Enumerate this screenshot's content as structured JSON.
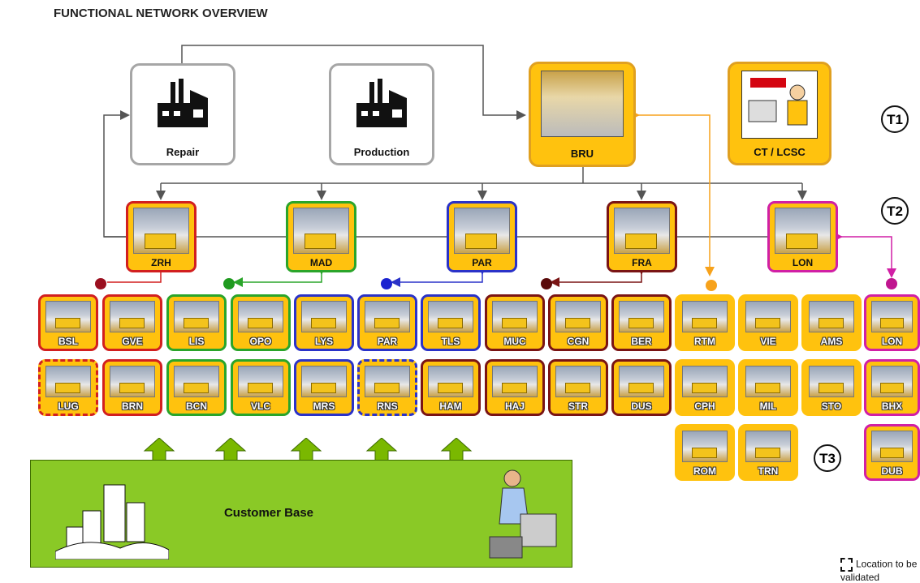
{
  "title": "FUNCTIONAL NETWORK OVERVIEW",
  "tier1": [
    {
      "id": "repair",
      "label": "Repair",
      "icon": "factory-icon"
    },
    {
      "id": "production",
      "label": "Production",
      "icon": "factory-icon"
    },
    {
      "id": "bru",
      "label": "BRU",
      "icon": "warehouse-icon"
    },
    {
      "id": "ct",
      "label": "CT / LCSC",
      "icon": "operator-icon"
    }
  ],
  "tiers": {
    "t1": "T1",
    "t2": "T2",
    "t3": "T3"
  },
  "hubs": [
    {
      "label": "ZRH",
      "color": "#d21f1f"
    },
    {
      "label": "MAD",
      "color": "#2aa52a"
    },
    {
      "label": "PAR",
      "color": "#2a32c8"
    },
    {
      "label": "FRA",
      "color": "#7a1414"
    },
    {
      "label": "LON",
      "color": "#d11fa5"
    }
  ],
  "depots_row1": [
    "BSL",
    "GVE",
    "LIS",
    "OPO",
    "LYS",
    "PAR",
    "TLS",
    "MUC",
    "CGN",
    "BER",
    "RTM",
    "VIE",
    "AMS",
    "LON"
  ],
  "depots_row2": [
    "LUG",
    "BRN",
    "BCN",
    "VLC",
    "MRS",
    "RNS",
    "HAM",
    "HAJ",
    "STR",
    "DUS",
    "CPH",
    "MIL",
    "STO",
    "BHX"
  ],
  "depots_row3": [
    "ROM",
    "TRN",
    "DUB"
  ],
  "customer": {
    "label": "Customer Base"
  },
  "legend": {
    "label": "Location to be validated"
  },
  "colors": {
    "dhl_yellow": "#ffc20e",
    "customer_green": "#8ac926",
    "zrh": "#d21f1f",
    "mad": "#2aa52a",
    "par": "#2a32c8",
    "fra": "#7a1414",
    "lon": "#d11fa5",
    "bru_link": "#f7a21b"
  }
}
